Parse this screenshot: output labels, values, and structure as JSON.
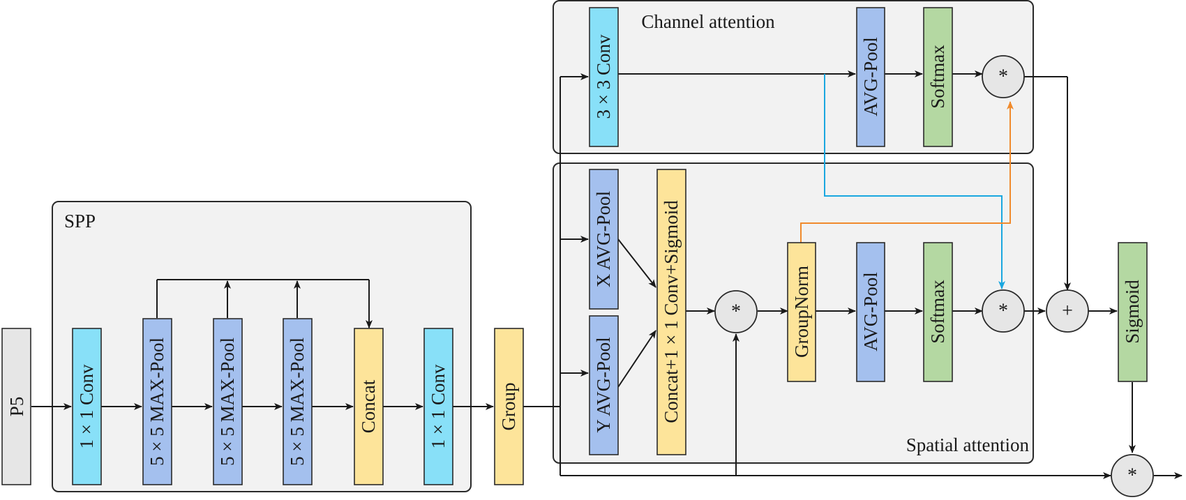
{
  "groups": {
    "spp": "SPP",
    "channel": "Channel attention",
    "spatial": "Spatial attention"
  },
  "blocks": {
    "p5": "P5",
    "conv1_in": "1 × 1 Conv",
    "maxpool_1": "5 × 5 MAX-Pool",
    "maxpool_2": "5 × 5 MAX-Pool",
    "maxpool_3": "5 × 5 MAX-Pool",
    "concat": "Concat",
    "conv1_out": "1 × 1 Conv",
    "group": "Group",
    "conv3": "3 × 3 Conv",
    "ch_avgpool": "AVG-Pool",
    "ch_softmax": "Softmax",
    "x_avgpool": "X AVG-Pool",
    "y_avgpool": "Y AVG-Pool",
    "concat_conv_sig": "Concat+1 × 1 Conv+Sigmoid",
    "groupnorm": "GroupNorm",
    "sp_avgpool": "AVG-Pool",
    "sp_softmax": "Softmax",
    "sigmoid": "Sigmoid"
  },
  "operators": {
    "mult_channel": "*",
    "mult_spatial_1": "*",
    "mult_spatial_2": "*",
    "add": "+",
    "mult_final": "*"
  },
  "colors": {
    "cyan": "#88e0f8",
    "blue": "#a4c0ee",
    "yellow": "#fde49a",
    "green": "#b4d8a2",
    "gray": "#e6e6e6",
    "arrow_blue": "#1aa7e0",
    "arrow_orange": "#f08a2c"
  }
}
